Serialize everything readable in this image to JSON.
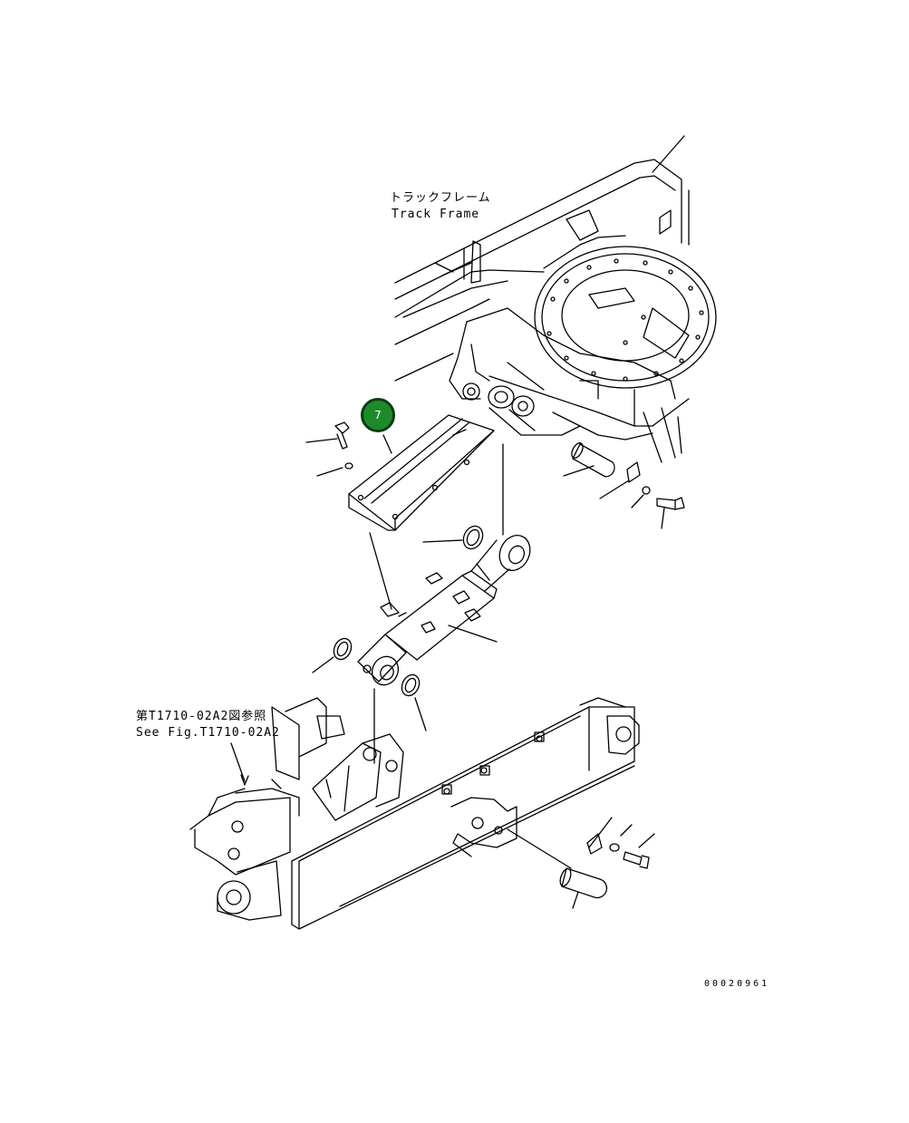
{
  "labels": {
    "track_frame_jp": "トラックフレーム",
    "track_frame_en": "Track Frame",
    "see_fig_jp": "第T1710-02A2図参照",
    "see_fig_en": "See Fig.T1710-02A2"
  },
  "callout": {
    "number": "7",
    "color": "#1f8a2c"
  },
  "drawing_number": "00020961"
}
